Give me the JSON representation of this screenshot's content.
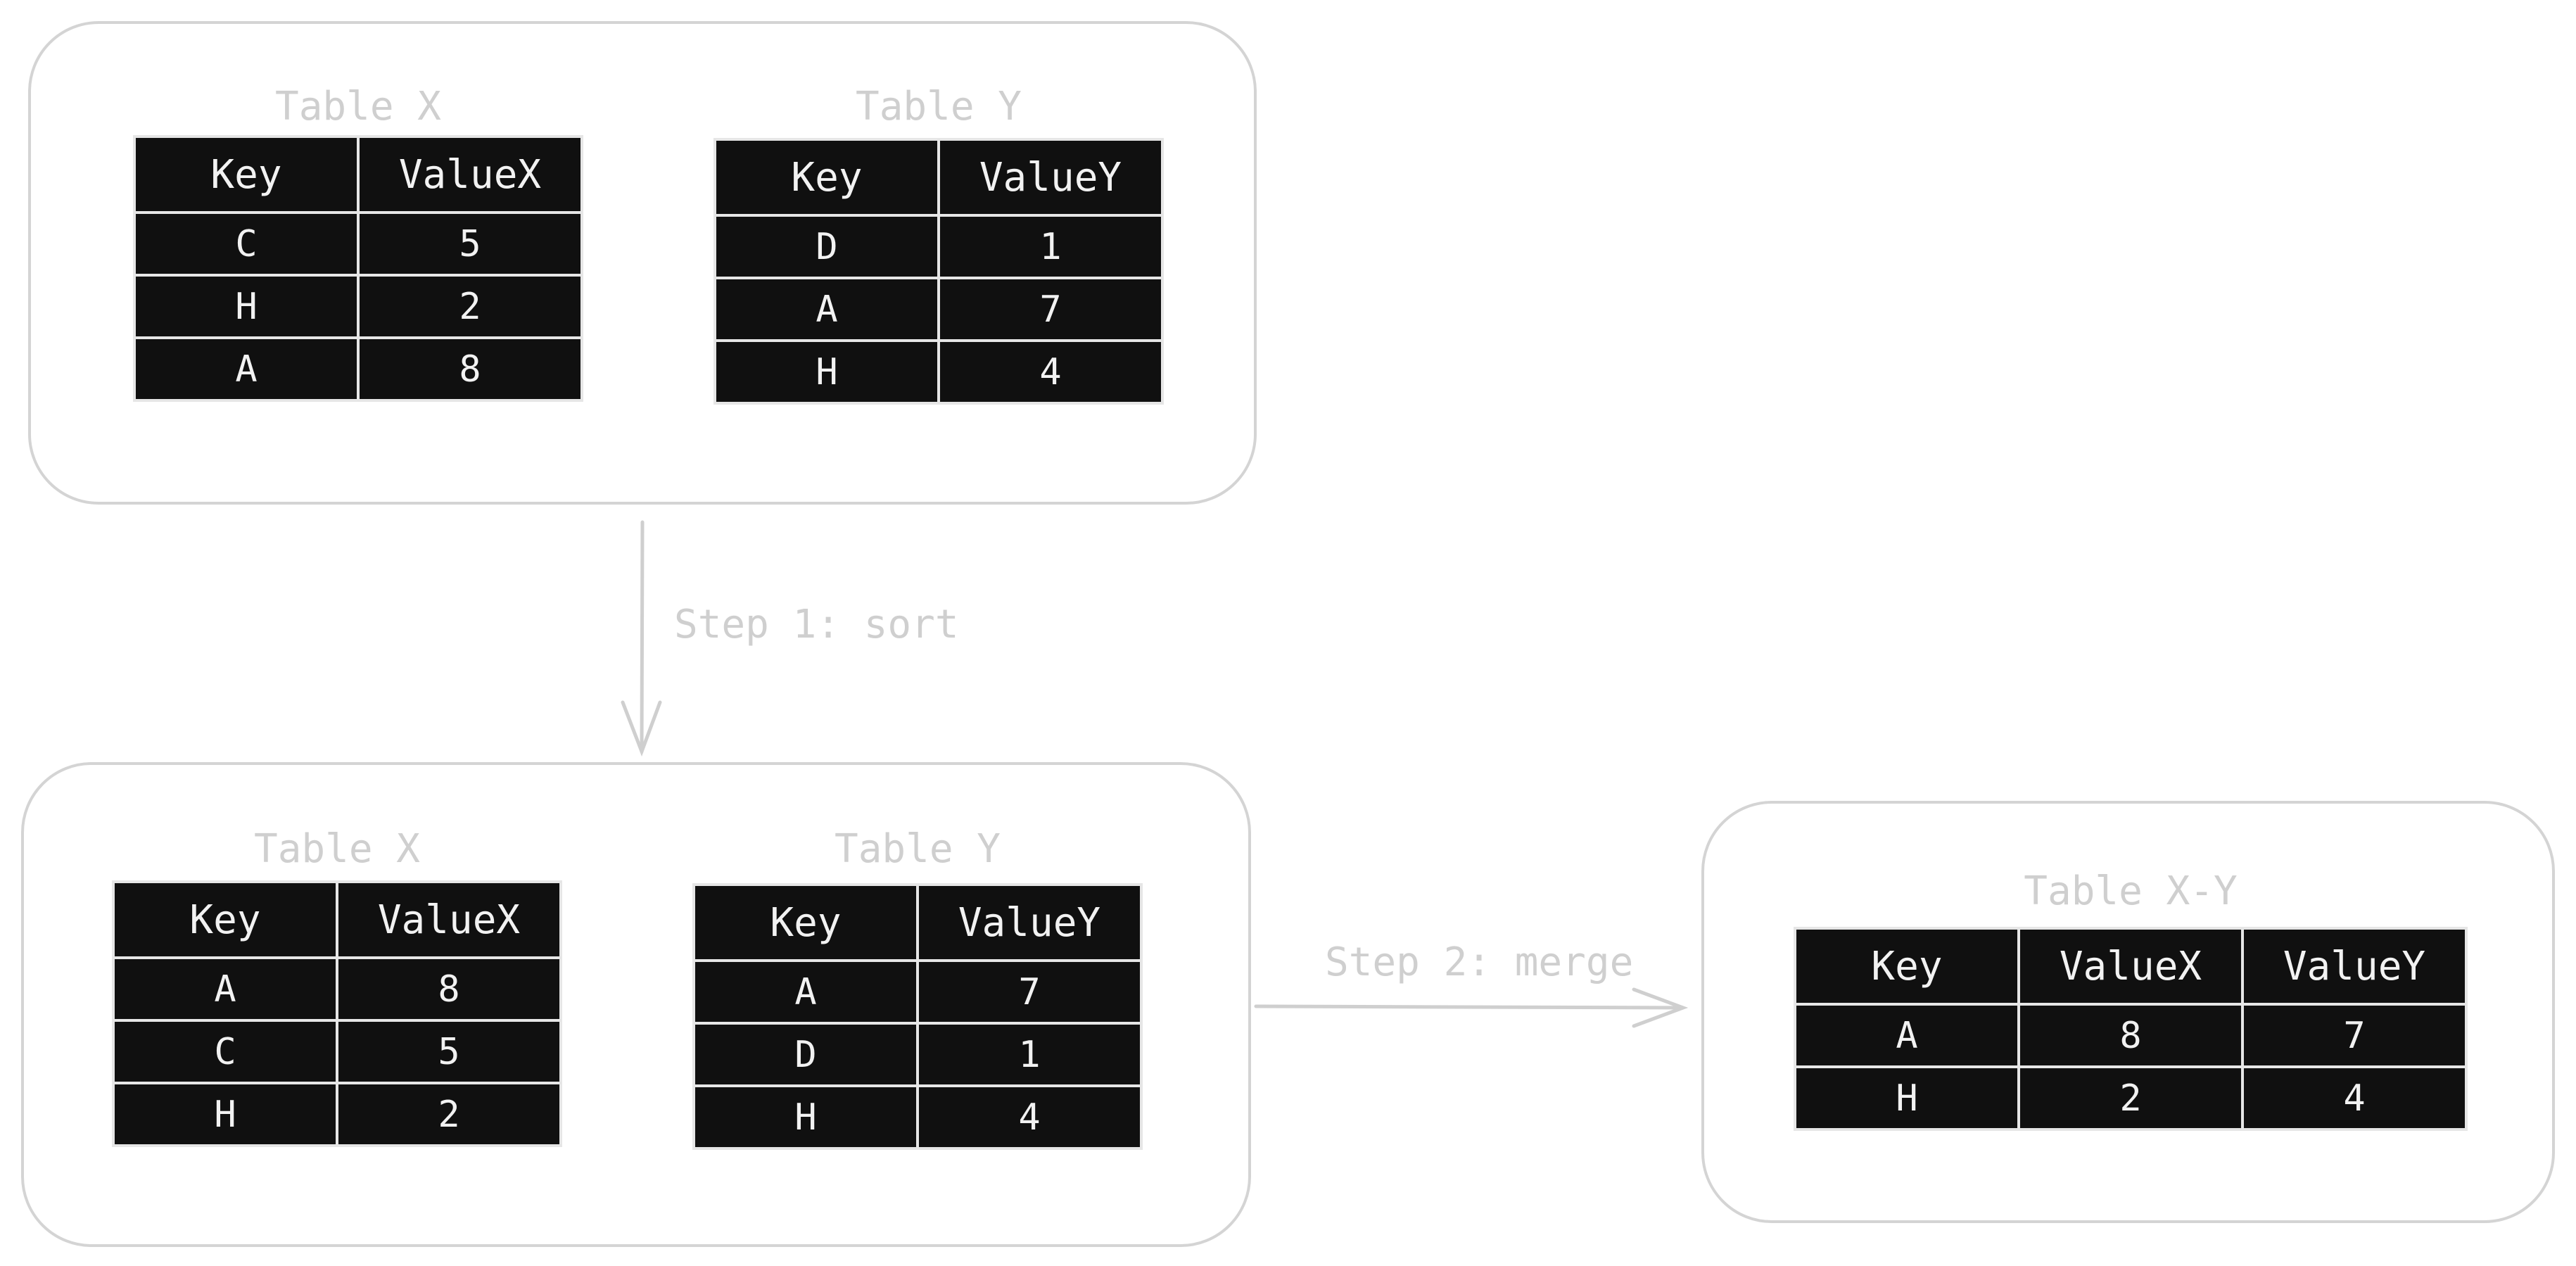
{
  "top": {
    "table_x": {
      "caption": "Table X",
      "headers": [
        "Key",
        "ValueX"
      ],
      "rows": [
        [
          "C",
          "5"
        ],
        [
          "H",
          "2"
        ],
        [
          "A",
          "8"
        ]
      ]
    },
    "table_y": {
      "caption": "Table Y",
      "headers": [
        "Key",
        "ValueY"
      ],
      "rows": [
        [
          "D",
          "1"
        ],
        [
          "A",
          "7"
        ],
        [
          "H",
          "4"
        ]
      ]
    }
  },
  "step1": {
    "label": "Step 1: sort"
  },
  "bottom": {
    "table_x": {
      "caption": "Table X",
      "headers": [
        "Key",
        "ValueX"
      ],
      "rows": [
        [
          "A",
          "8"
        ],
        [
          "C",
          "5"
        ],
        [
          "H",
          "2"
        ]
      ]
    },
    "table_y": {
      "caption": "Table Y",
      "headers": [
        "Key",
        "ValueY"
      ],
      "rows": [
        [
          "A",
          "7"
        ],
        [
          "D",
          "1"
        ],
        [
          "H",
          "4"
        ]
      ]
    }
  },
  "step2": {
    "label": "Step 2: merge"
  },
  "result": {
    "table_xy": {
      "caption": "Table X-Y",
      "headers": [
        "Key",
        "ValueX",
        "ValueY"
      ],
      "rows": [
        [
          "A",
          "8",
          "7"
        ],
        [
          "H",
          "2",
          "4"
        ]
      ]
    }
  }
}
